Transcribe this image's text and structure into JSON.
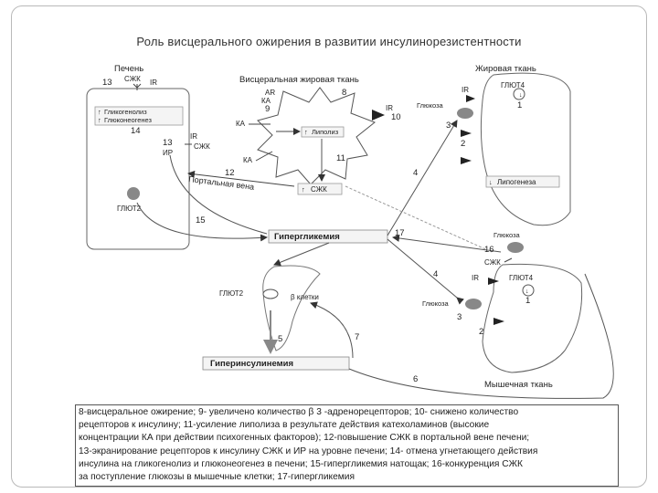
{
  "title": "Роль висцерального ожирения в развитии инсулинорезистентности",
  "labels": {
    "liver": "Печень",
    "szhk": "СЖК",
    "ir": "IR",
    "glycogenolysis": "Гликогенолиз",
    "gluconeogenesis": "Глюконеогенез",
    "visceral_tissue": "Висцеральная жировая ткань",
    "ar": "AR",
    "ka": "КА",
    "lipolysis": "Липолиз",
    "ip": "ИР",
    "portal_vein": "Портальная вена",
    "glut2": "ГЛЮТ2",
    "fat_tissue": "Жировая ткань",
    "glucose": "Глюкоза",
    "glut4": "ГЛЮТ4",
    "lipogenesis": "Липогенеза",
    "hyperglycemia": "Гипергликемия",
    "beta_cells": "β клетки",
    "hyperinsulinemia": "Гиперинсулинемия",
    "muscle_tissue": "Мышечная ткань",
    "up_arrow": "↑",
    "down_arrow": "↓"
  },
  "numbers": {
    "n1": "1",
    "n2": "2",
    "n3": "3",
    "n4": "4",
    "n5": "5",
    "n6": "6",
    "n7": "7",
    "n8": "8",
    "n9": "9",
    "n10": "10",
    "n11": "11",
    "n12": "12",
    "n13": "13",
    "n14": "14",
    "n15": "15",
    "n16": "16",
    "n17": "17"
  },
  "caption_lines": [
    "8-висцеральное ожирение; 9- увеличено количество β 3 -адренорецепторов; 10- снижено количество",
    "рецепторов к инсулину; 11-усиление липолиза в результате действия катехоламинов (высокие",
    "концентрации КА при действии психогенных факторов); 12-повышение СЖК в портальной вене печени;",
    "13-экранирование рецепторов к инсулину СЖК и ИР на уровне печени; 14- отмена угнетающего действия",
    "инсулина на гликогенолиз и глюконеогенез в печени; 15-гипергликемия натощак; 16-конкуренция СЖК",
    "за поступление глюкозы в мышечные клетки; 17-гипергликемия"
  ]
}
